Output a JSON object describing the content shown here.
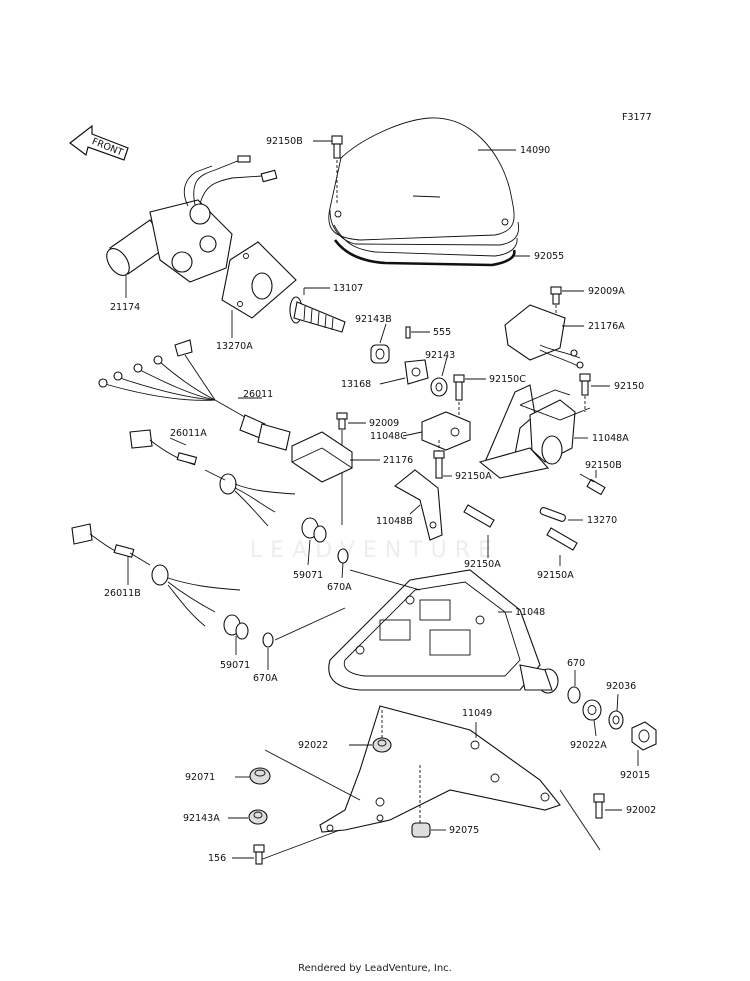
{
  "figure_code": "F3177",
  "front_label": "FRONT",
  "watermark": "LEADVENTURE",
  "footer": "Rendered by LeadVenture, Inc.",
  "labels": {
    "p92150B_top": "92150B",
    "p14090": "14090",
    "p92055": "92055",
    "p21174": "21174",
    "p13107": "13107",
    "p13270A": "13270A",
    "p92009A": "92009A",
    "p21176A": "21176A",
    "p92143B": "92143B",
    "p555": "555",
    "p92143": "92143",
    "p92150C": "92150C",
    "p92150": "92150",
    "p13168": "13168",
    "p26011": "26011",
    "p92009": "92009",
    "p11048C": "11048C",
    "p11048A": "11048A",
    "p26011A": "26011A",
    "p21176": "21176",
    "p92150A_mid": "92150A",
    "p92150B_right": "92150B",
    "p11048B": "11048B",
    "p13270": "13270",
    "p92150A_low": "92150A",
    "p92150A_right": "92150A",
    "p26011B": "26011B",
    "p59071_top": "59071",
    "p670A_top": "670A",
    "p11048": "11048",
    "p59071_low": "59071",
    "p670A_low": "670A",
    "p670": "670",
    "p11049": "11049",
    "p92036": "92036",
    "p92022": "92022",
    "p92022A": "92022A",
    "p92071": "92071",
    "p92015": "92015",
    "p92002": "92002",
    "p92143A": "92143A",
    "p92075": "92075",
    "p156": "156"
  }
}
